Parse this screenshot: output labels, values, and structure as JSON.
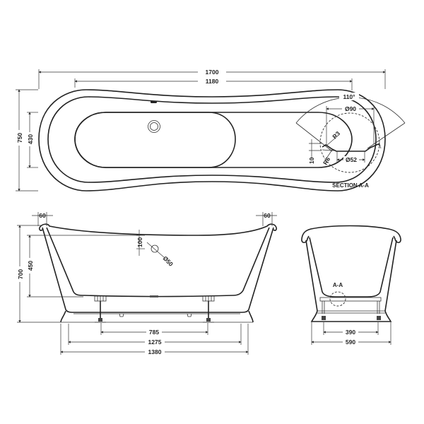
{
  "plan_view": {
    "overall_length": "1700",
    "inner_length": "1180",
    "overall_width": "750",
    "inner_width": "430"
  },
  "section_detail": {
    "angle": "110°",
    "outer_diameter": "Ø90",
    "inner_diameter": "Ø52",
    "radius_small": "R3",
    "radius_large": "R6",
    "height": "10",
    "title": "SECTION A-A"
  },
  "side_view": {
    "rim_left": "60",
    "rim_right": "60",
    "overall_height": "700",
    "inner_depth": "450",
    "overflow_offset": "100",
    "overflow_diameter": "Ø50",
    "leg_spacing": "785",
    "base_length": "1275",
    "overall_base": "1380"
  },
  "end_view": {
    "section_marker": "A-A",
    "leg_spacing": "390",
    "base_width": "590"
  }
}
